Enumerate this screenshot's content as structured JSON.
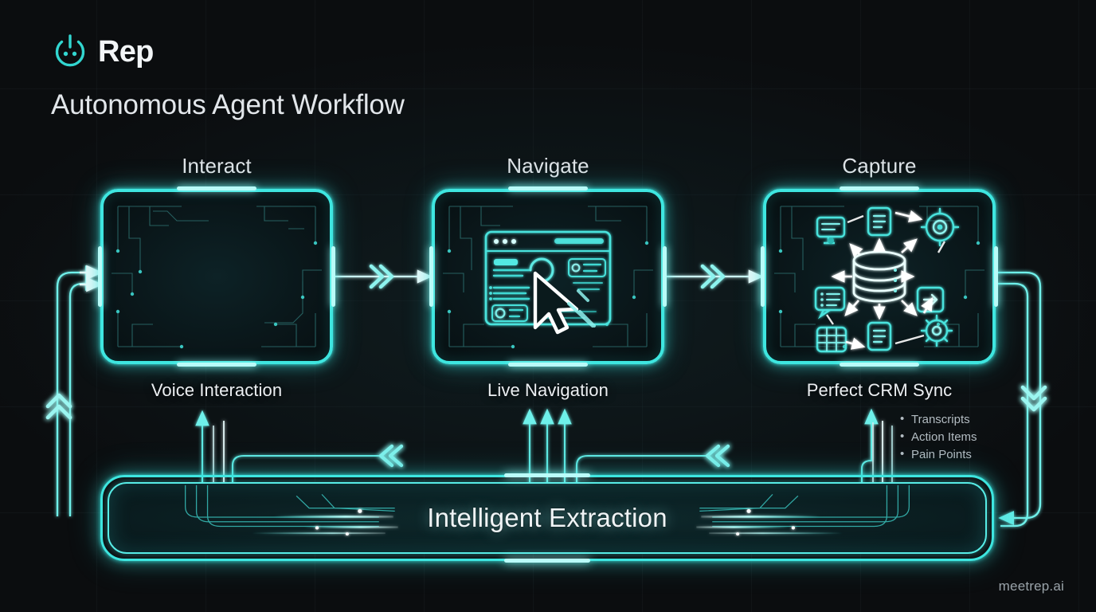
{
  "brand": {
    "name": "Rep",
    "logo_icon": "rep-power-face-icon",
    "accent": "#3ee6e0"
  },
  "header": {
    "title": "Autonomous Agent Workflow"
  },
  "steps": [
    {
      "title": "Interact",
      "caption": "Voice Interaction",
      "icon": "audio-waveform-icon"
    },
    {
      "title": "Navigate",
      "caption": "Live Navigation",
      "icon": "browser-cursor-icon"
    },
    {
      "title": "Capture",
      "caption": "Perfect CRM Sync",
      "icon": "database-hub-icon"
    }
  ],
  "capture_outputs": [
    "Transcripts",
    "Action Items",
    "Pain Points"
  ],
  "bottom_bar": {
    "label": "Intelligent Extraction"
  },
  "footer": {
    "url": "meetrep.ai"
  },
  "colors": {
    "background": "#0b0d0f",
    "accent_cyan": "#3ee6e0",
    "accent_bright": "#b8fbf8",
    "panel_fill": "#0d2226",
    "text_primary": "#f0f4f6",
    "text_secondary": "#b3bcc2",
    "arrow_white": "#ffffff"
  }
}
